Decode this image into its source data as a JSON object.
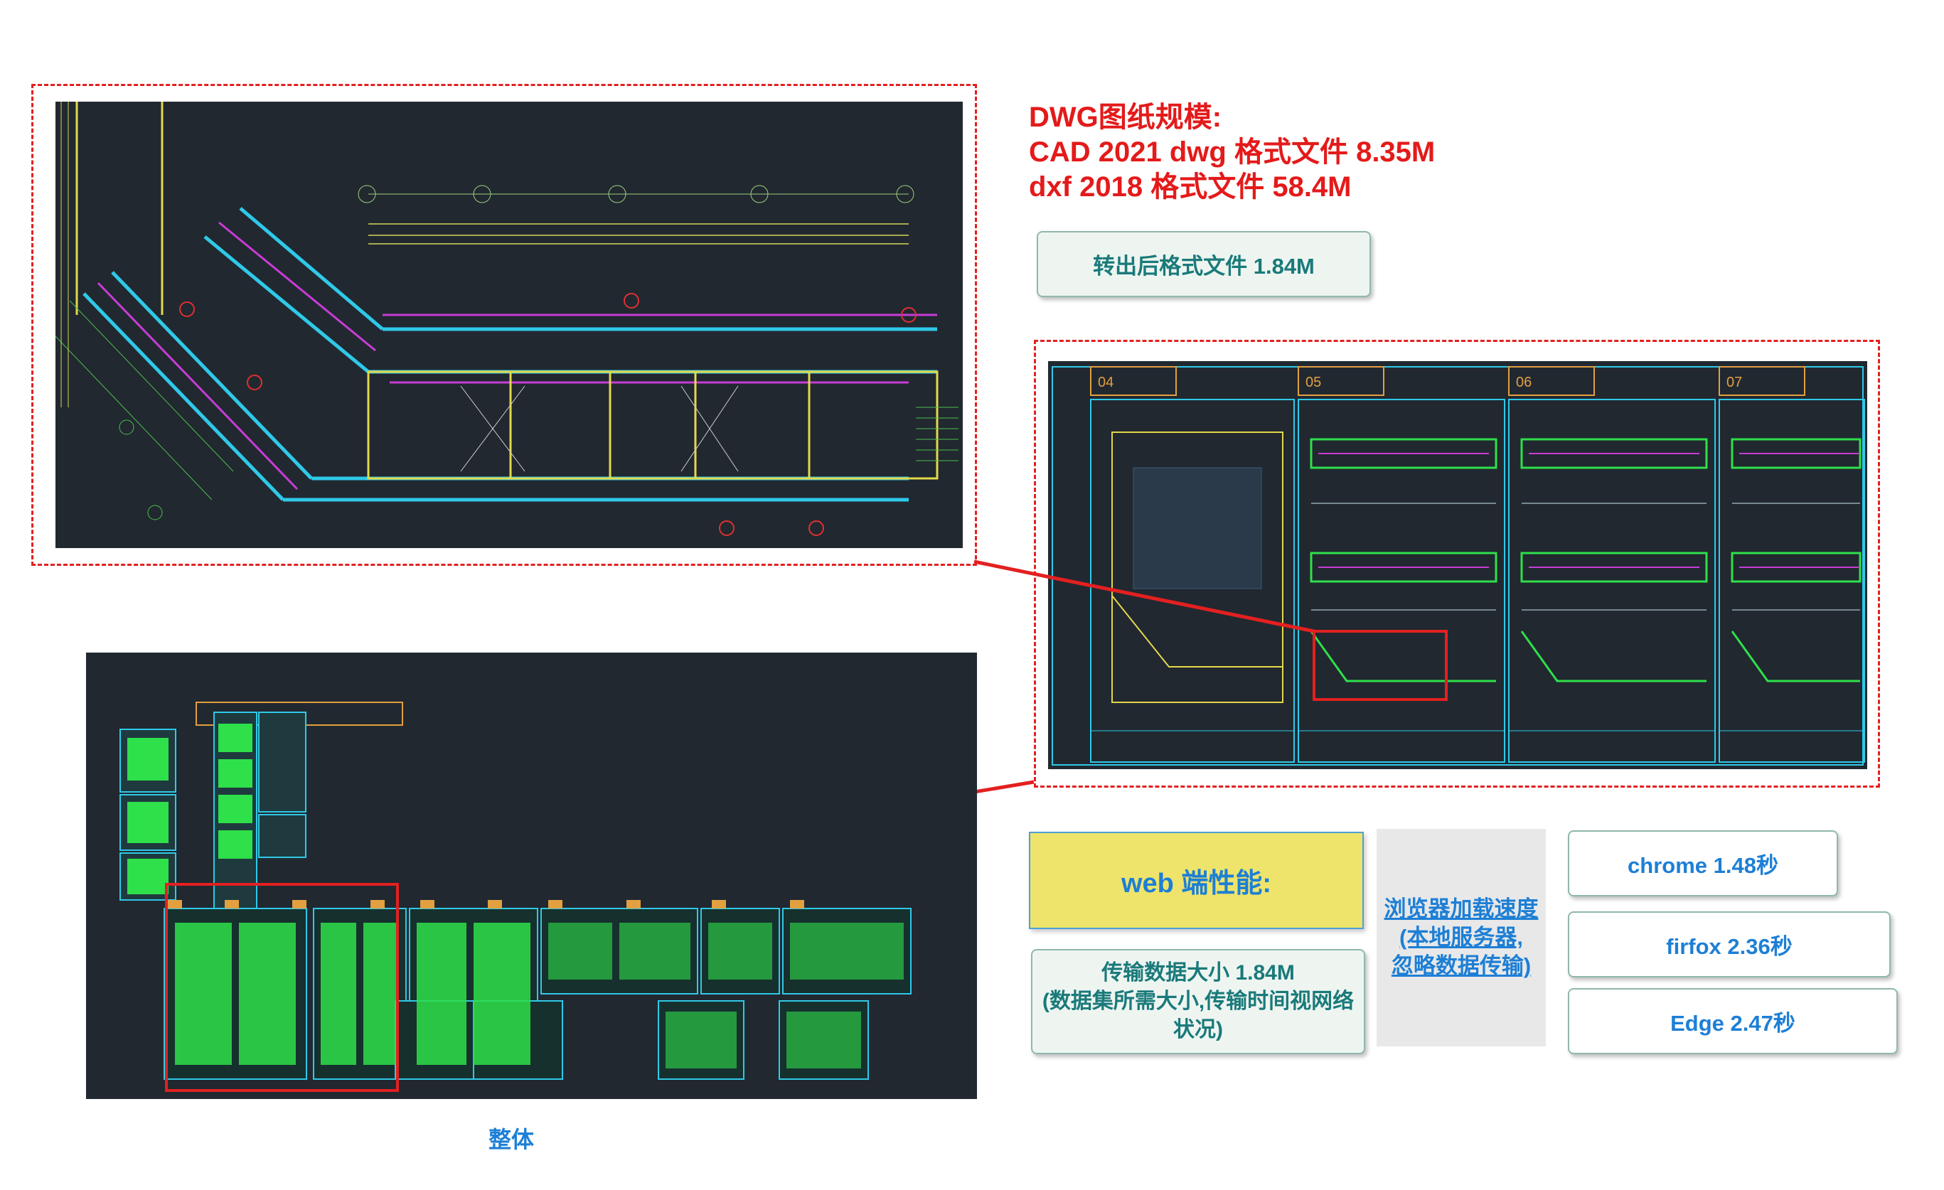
{
  "info": {
    "line1": "DWG图纸规模:",
    "line2": "CAD 2021 dwg 格式文件  8.35M",
    "line3": "dxf 2018 格式文件 58.4M"
  },
  "converted": "转出后格式文件 1.84M",
  "web_perf": "web 端性能:",
  "transfer": {
    "line1": "传输数据大小 1.84M",
    "line2": "(数据集所需大小,传输时间视网络",
    "line3": "状况)"
  },
  "browser_speed": {
    "line1": "浏览器加载速度",
    "line2": "(本地服务器,",
    "line3": "忽略数据传输)"
  },
  "browsers": [
    {
      "label": "chrome 1.48秒"
    },
    {
      "label": "firfox 2.36秒"
    },
    {
      "label": "Edge 2.47秒"
    }
  ],
  "overview_caption": "整体",
  "sheet_numbers": [
    "04",
    "05",
    "06",
    "07"
  ],
  "colors": {
    "highlight_red": "#e32020",
    "cad_background": "#212830",
    "accent_blue": "#1d7fd6",
    "panel_yellow": "#eee46b"
  }
}
